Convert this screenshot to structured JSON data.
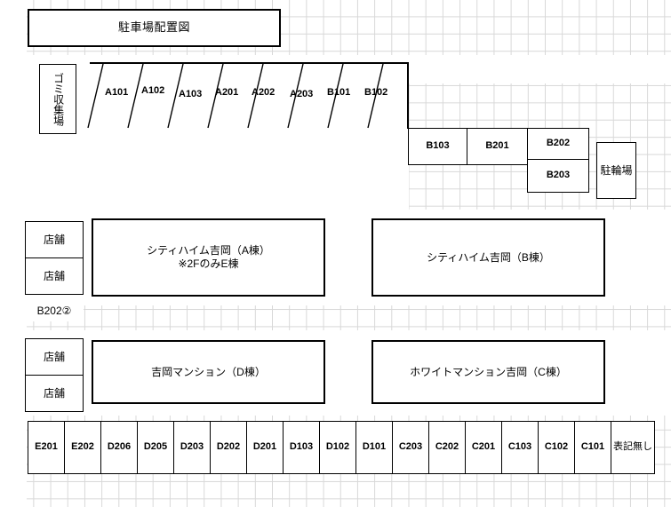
{
  "document": {
    "title": "駐車場配置図"
  },
  "facilities": {
    "garbage": "ゴミ収集場",
    "bicycle": "駐輪場"
  },
  "angled_parking": {
    "stalls": [
      "A101",
      "A102",
      "A103",
      "A201",
      "A202",
      "A203",
      "B101",
      "B102"
    ]
  },
  "upper_right_parking": {
    "top_row": [
      "B103",
      "B201",
      "B202"
    ],
    "second_row": [
      "B203"
    ]
  },
  "buildings": [
    {
      "name": "シティハイム吉岡（A棟）",
      "note": "※2FのみE棟"
    },
    {
      "name": "シティハイム吉岡（B棟）",
      "note": ""
    },
    {
      "name": "吉岡マンション（D棟）",
      "note": ""
    },
    {
      "name": "ホワイトマンション吉岡（C棟）",
      "note": ""
    }
  ],
  "left_column": {
    "shops": [
      "店舗",
      "店舗",
      "店舗",
      "店舗"
    ],
    "label": "B202②"
  },
  "bottom_parking": {
    "stalls": [
      "E201",
      "E202",
      "D206",
      "D205",
      "D203",
      "D202",
      "D201",
      "D103",
      "D102",
      "D101",
      "C203",
      "C202",
      "C201",
      "C103",
      "C102",
      "C101"
    ],
    "unlabeled": "表記無し"
  },
  "colors": {
    "line": "#000000",
    "grid": "#d8d8d8",
    "background": "#ffffff"
  }
}
